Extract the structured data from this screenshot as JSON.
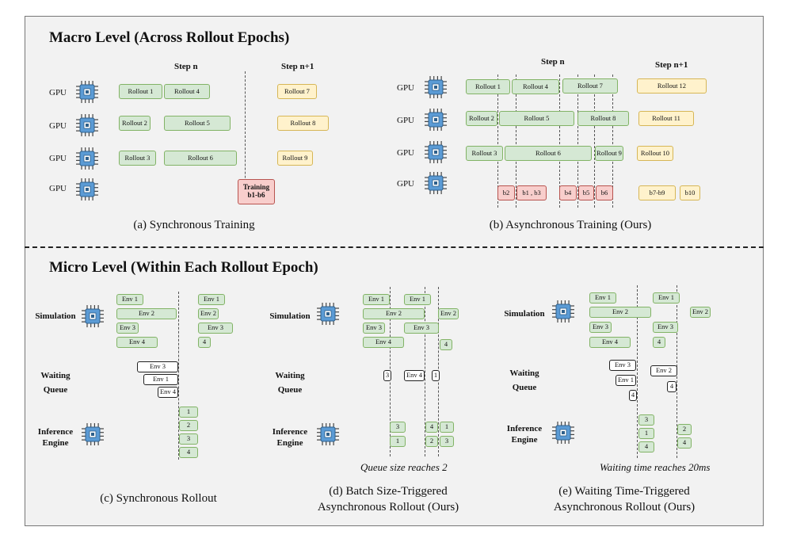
{
  "macro": {
    "title": "Macro Level (Across Rollout Epochs)",
    "gpu_label": "GPU",
    "sync": {
      "step_n": "Step n",
      "step_n1": "Step n+1",
      "caption": "(a) Synchronous Training",
      "row1": [
        "Rollout 1",
        "Rollout 4",
        "Rollout 7"
      ],
      "row2": [
        "Rollout 2",
        "Rollout 5",
        "Rollout 8"
      ],
      "row3": [
        "Rollout 3",
        "Rollout 6",
        "Rollout 9"
      ],
      "training": [
        "Training",
        "b1-b6"
      ]
    },
    "async": {
      "step_n": "Step n",
      "step_n1": "Step n+1",
      "caption": "(b) Asynchronous Training (Ours)",
      "row1": [
        "Rollout 1",
        "Rollout 4",
        "Rollout 7",
        "Rollout 12"
      ],
      "row2": [
        "Rollout 2",
        "Rollout 5",
        "Rollout 8",
        "Rollout 11"
      ],
      "row3": [
        "Rollout 3",
        "Rollout 6",
        "Rollout 9",
        "Rollout 10"
      ],
      "row4": [
        "b2",
        "b1 , b3",
        "b4",
        "b5",
        "b6",
        "b7-b9",
        "b10"
      ]
    }
  },
  "micro": {
    "title": "Micro Level (Within Each Rollout Epoch)",
    "labels": {
      "simulation": "Simulation",
      "waiting1": "Waiting",
      "waiting2": "Queue",
      "inference1": "Inference",
      "inference2": "Engine"
    },
    "c": {
      "caption": "(c) Synchronous Rollout",
      "sim": [
        "Env 1",
        "Env 2",
        "Env 3",
        "Env 4",
        "Env 1",
        "Env 2",
        "Env 3",
        "4"
      ],
      "queue": [
        "Env 3",
        "Env 1",
        "Env 4"
      ],
      "inf": [
        "1",
        "2",
        "3",
        "4"
      ]
    },
    "d": {
      "caption1": "(d) Batch Size-Triggered",
      "caption2": "Asynchronous Rollout (Ours)",
      "note": "Queue size reaches 2",
      "sim": [
        "Env 1",
        "Env 2",
        "Env 3",
        "Env 4",
        "Env 1",
        "Env 3",
        "Env 2",
        "4"
      ],
      "queue": [
        "3",
        "Env 4",
        "1"
      ],
      "inf": [
        "3",
        "1",
        "4",
        "2",
        "1",
        "3"
      ]
    },
    "e": {
      "caption1": "(e) Waiting Time-Triggered",
      "caption2": "Asynchronous Rollout (Ours)",
      "note": "Waiting time reaches 20ms",
      "sim": [
        "Env 1",
        "Env 2",
        "Env 3",
        "Env 4",
        "Env 1",
        "Env 3",
        "4",
        "Env 2"
      ],
      "queue": [
        "Env 3",
        "Env 1",
        "4",
        "Env 2",
        "4"
      ],
      "inf": [
        "3",
        "1",
        "4",
        "2",
        "4"
      ]
    }
  },
  "colors": {
    "rollout_done": "#d5e8d4",
    "rollout_next": "#fff2cc",
    "training": "#f8cecc",
    "gpu_chip": "#5b9bd5"
  },
  "icons": [
    "gpu-chip-icon"
  ]
}
